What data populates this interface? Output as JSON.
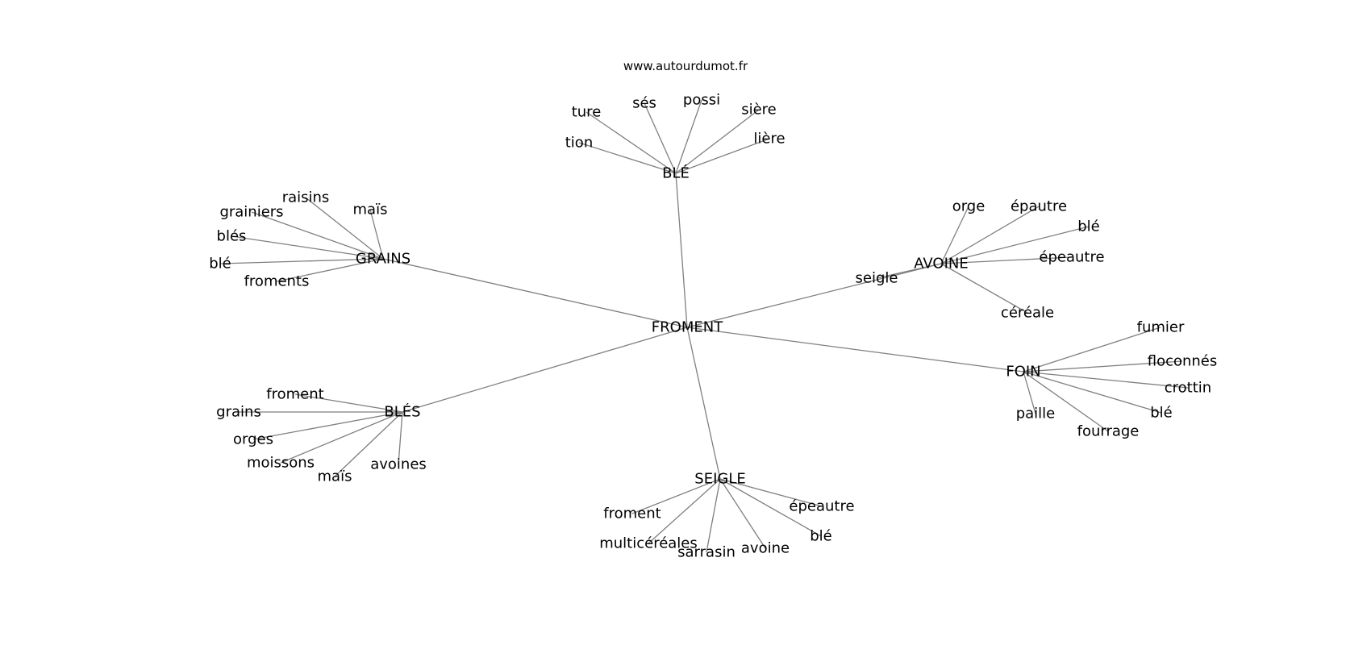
{
  "source": "www.autourdumot.fr",
  "center": "FROMENT",
  "groups": [
    {
      "id": "ble",
      "label": "BLÉ",
      "leaves": [
        "ture",
        "sés",
        "possi",
        "sière",
        "lière",
        "tion"
      ]
    },
    {
      "id": "grains",
      "label": "GRAINS",
      "leaves": [
        "raisins",
        "grainiers",
        "maïs",
        "blés",
        "blé",
        "froments"
      ]
    },
    {
      "id": "avoine",
      "label": "AVOINE",
      "leaves": [
        "orge",
        "épautre",
        "blé",
        "épeautre",
        "seigle",
        "céréale"
      ]
    },
    {
      "id": "foin",
      "label": "FOIN",
      "leaves": [
        "fumier",
        "floconnés",
        "crottin",
        "blé",
        "paille",
        "fourrage"
      ]
    },
    {
      "id": "bles",
      "label": "BLÉS",
      "leaves": [
        "froment",
        "grains",
        "orges",
        "moissons",
        "maïs",
        "avoines"
      ]
    },
    {
      "id": "seigle",
      "label": "SEIGLE",
      "leaves": [
        "froment",
        "épeautre",
        "blé",
        "multicéréales",
        "sarrasin",
        "avoine"
      ]
    }
  ]
}
